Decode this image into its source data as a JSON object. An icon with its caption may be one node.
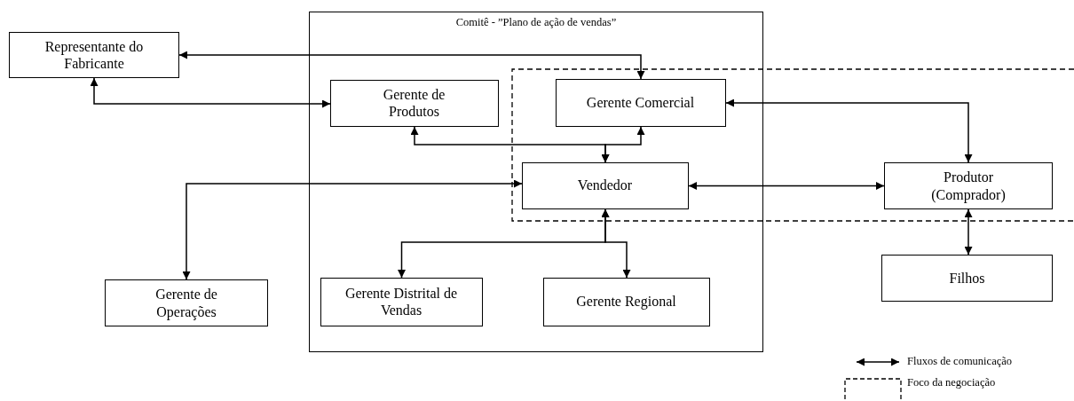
{
  "diagram": {
    "nodes": [
      {
        "text": [
          "Representante do Fabricante"
        ]
      },
      {
        "text": [
          "Comitê - ”Plano de ação de vendas”"
        ]
      },
      {
        "text": [
          "Gerente de Produtos"
        ],
        "in": 1
      },
      {
        "text": [
          "Gerente Comercial"
        ],
        "in": 1
      },
      {
        "text": [
          "Vendedor"
        ],
        "in": 1
      },
      {
        "text": [
          "Produtor (Comprador)"
        ]
      },
      {
        "text": [
          "Gerente de Operações"
        ]
      },
      {
        "text": [
          "Gerente Distrital de Vendas"
        ],
        "in": 1
      },
      {
        "text": [
          "Gerente Regional"
        ],
        "in": 1
      },
      {
        "text": [
          "Filhos"
        ]
      }
    ],
    "edges": [
      {
        "from": 3,
        "to": 0,
        "arrow": "both"
      },
      {
        "from": 0,
        "to": 2,
        "arrow": "both"
      },
      {
        "from": 2,
        "to": 4,
        "arrow": "both"
      },
      {
        "from": 3,
        "to": 4,
        "arrow": "both"
      },
      {
        "from": 3,
        "to": 5,
        "arrow": "both"
      },
      {
        "from": 4,
        "to": 5,
        "arrow": "both"
      },
      {
        "from": 6,
        "to": 4,
        "arrow": "both"
      },
      {
        "from": 4,
        "to": 7,
        "arrow": "both"
      },
      {
        "from": 4,
        "to": 8,
        "arrow": "both"
      },
      {
        "from": 5,
        "to": 9,
        "arrow": "both"
      }
    ],
    "legend": [
      {
        "text": "Fluxos de comunicação"
      },
      {
        "text": "Foco da negociação"
      }
    ]
  }
}
